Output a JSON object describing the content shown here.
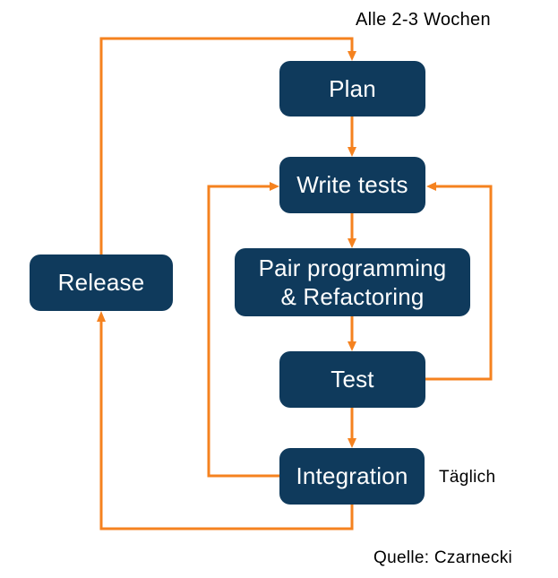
{
  "diagram": {
    "labels": {
      "cycle": "Alle 2-3 Wochen",
      "daily": "Täglich",
      "source": "Quelle: Czarnecki"
    },
    "nodes": {
      "plan": "Plan",
      "write_tests": "Write tests",
      "pair_line1": "Pair programming",
      "pair_line2": "& Refactoring",
      "test": "Test",
      "integration": "Integration",
      "release": "Release"
    },
    "edges": [
      {
        "from": "Plan",
        "to": "Write tests"
      },
      {
        "from": "Write tests",
        "to": "Pair programming & Refactoring"
      },
      {
        "from": "Pair programming & Refactoring",
        "to": "Test"
      },
      {
        "from": "Test",
        "to": "Integration"
      },
      {
        "from": "Test",
        "to": "Write tests",
        "note": "right-side loop"
      },
      {
        "from": "Integration",
        "to": "Write tests",
        "note": "left-side loop"
      },
      {
        "from": "Integration",
        "to": "Release",
        "note": "bottom loop"
      },
      {
        "from": "Release",
        "to": "Plan",
        "note": "outer loop, Alle 2-3 Wochen"
      }
    ],
    "colors": {
      "node_fill": "#0F3A5C",
      "node_text": "#FFFFFF",
      "arrow": "#F5821F",
      "label": "#000000",
      "background": "#FFFFFF"
    }
  }
}
